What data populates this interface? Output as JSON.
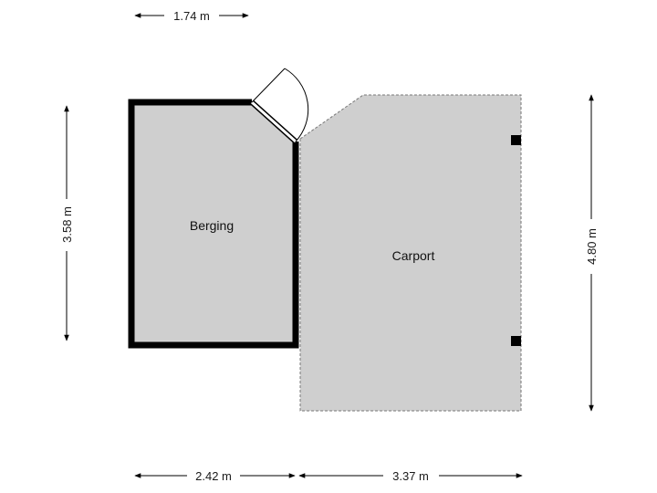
{
  "rooms": {
    "berging": {
      "label": "Berging"
    },
    "carport": {
      "label": "Carport"
    }
  },
  "dimensions": {
    "top_width": "1.74 m",
    "left_height": "3.58 m",
    "right_height": "4.80 m",
    "bottom_left_width": "2.42 m",
    "bottom_right_width": "3.37 m"
  },
  "colors": {
    "floor": "#cfcfcf",
    "wall": "#000000",
    "carport_border": "#777777"
  }
}
